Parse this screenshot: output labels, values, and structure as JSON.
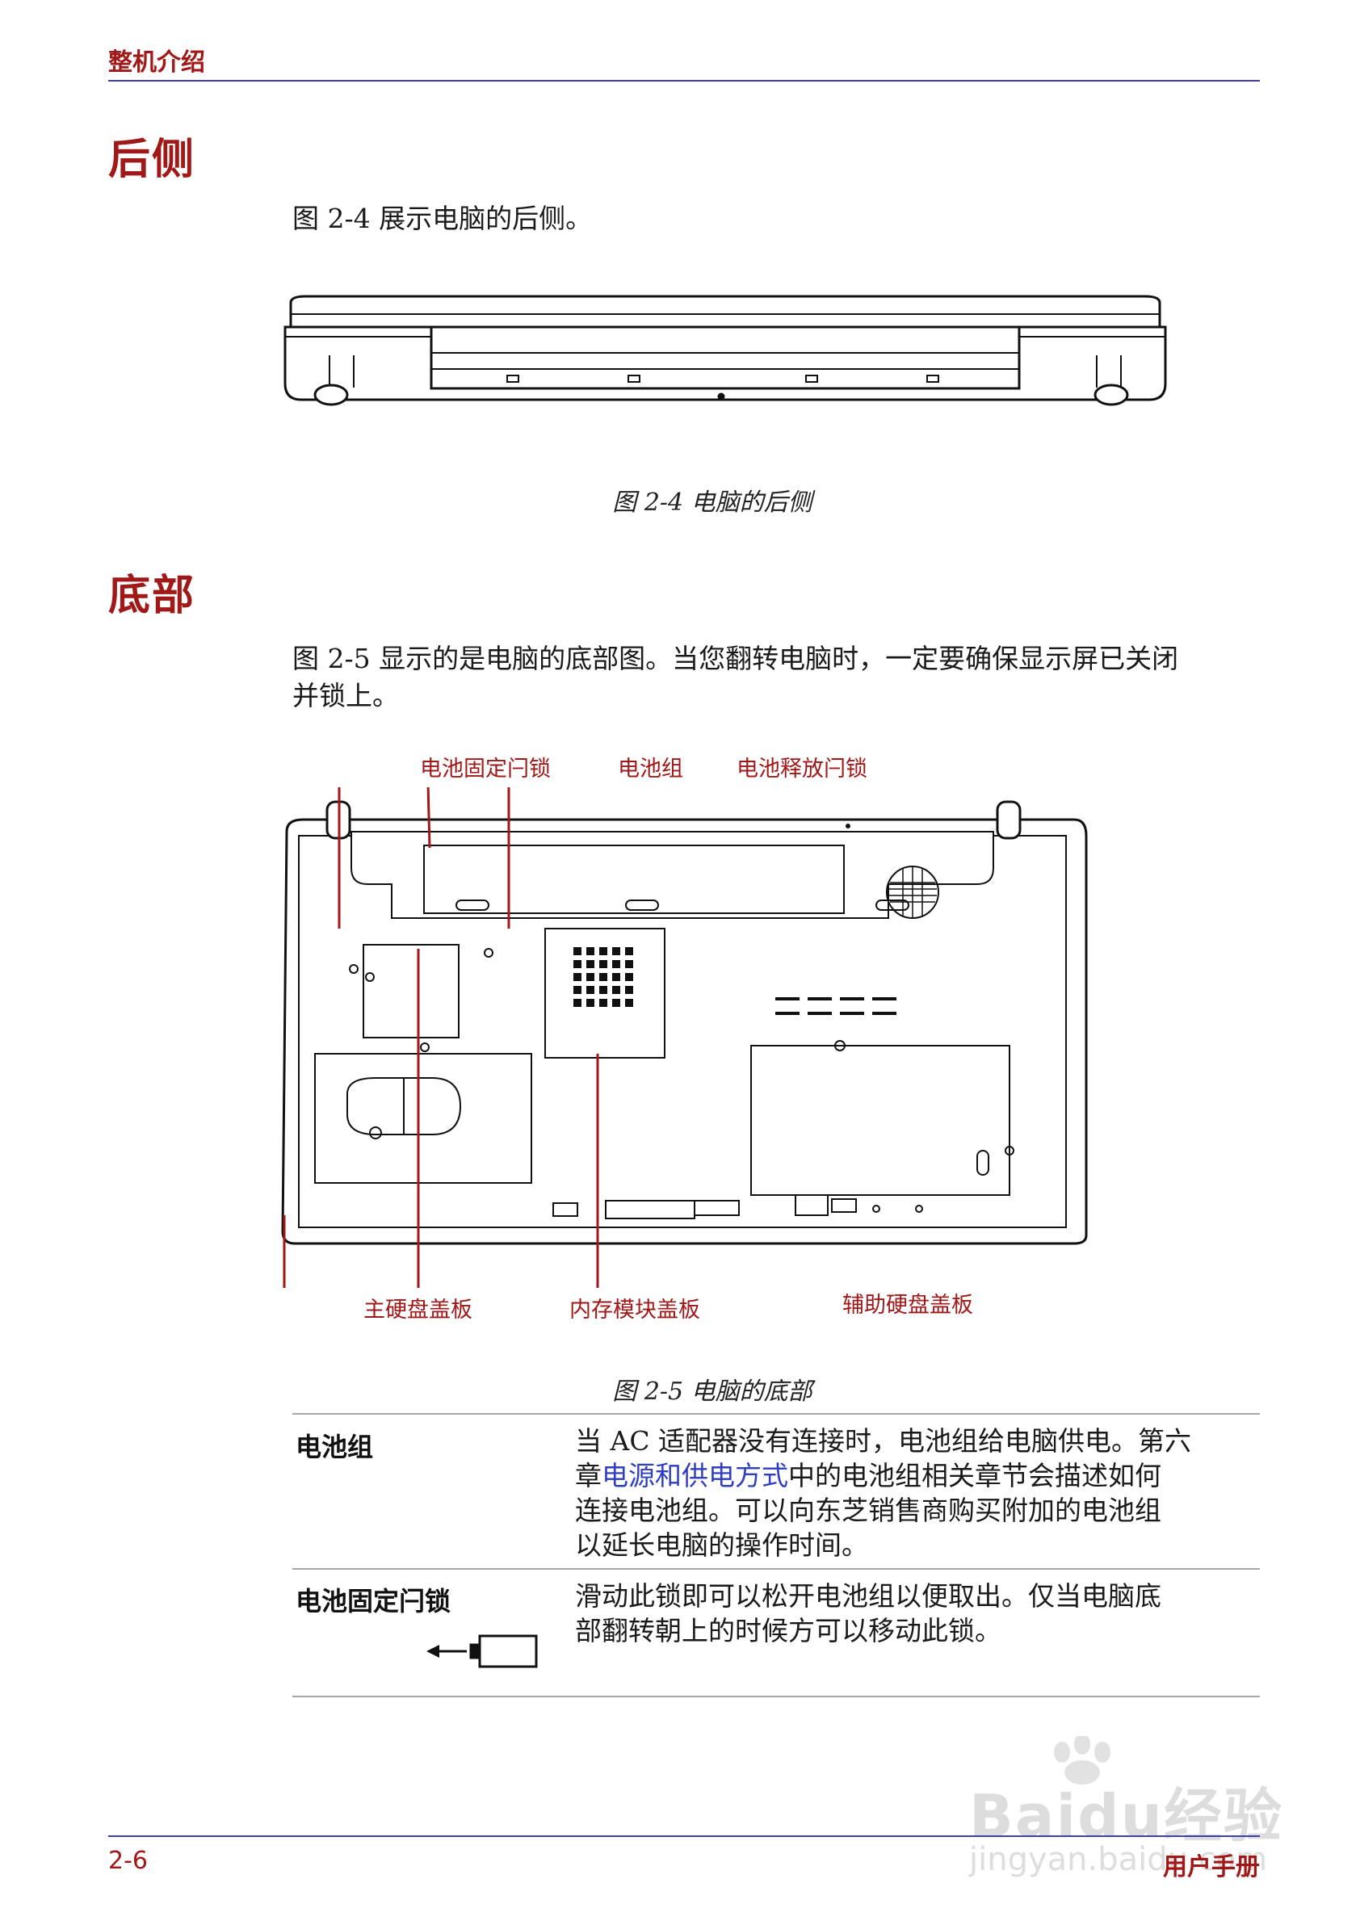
{
  "header": {
    "title": "整机介绍"
  },
  "rear": {
    "heading": "后侧",
    "intro": "图 2-4 展示电脑的后侧。",
    "caption": "图 2-4 电脑的后侧"
  },
  "bottom": {
    "heading": "底部",
    "intro_line1": "图 2-5 显示的是电脑的底部图。当您翻转电脑时，一定要确保显示屏已关闭",
    "intro_line2": "并锁上。",
    "caption": "图 2-5 电脑的底部",
    "callouts": {
      "battery_safety_lock": "电池固定闩锁",
      "battery_pack": "电池组",
      "battery_release_latch": "电池释放闩锁",
      "primary_hdd_cover": "主硬盘盖板",
      "memory_cover": "内存模块盖板",
      "secondary_hdd_cover": "辅助硬盘盖板"
    }
  },
  "table": {
    "rows": [
      {
        "term": "电池组",
        "desc_l1": "当 AC 适配器没有连接时，电池组给电脑供电。第六",
        "desc_l2_pre": "章",
        "desc_l2_link": "电源和供电方式",
        "desc_l2_post": "中的电池组相关章节会描述如何",
        "desc_l3": "连接电池组。可以向东芝销售商购买附加的电池组",
        "desc_l4": "以延长电脑的操作时间。"
      },
      {
        "term": "电池固定闩锁",
        "desc_l1": "滑动此锁即可以松开电池组以便取出。仅当电脑底",
        "desc_l2": "部翻转朝上的时候方可以移动此锁。"
      }
    ]
  },
  "footer": {
    "page": "2-6",
    "title": "用户手册"
  },
  "watermark": {
    "brand": "Baidu经验",
    "url": "jingyan.baidu.com"
  },
  "colors": {
    "heading": "#a01818",
    "rule": "#3b3fb0",
    "link": "#2f3ec0"
  }
}
